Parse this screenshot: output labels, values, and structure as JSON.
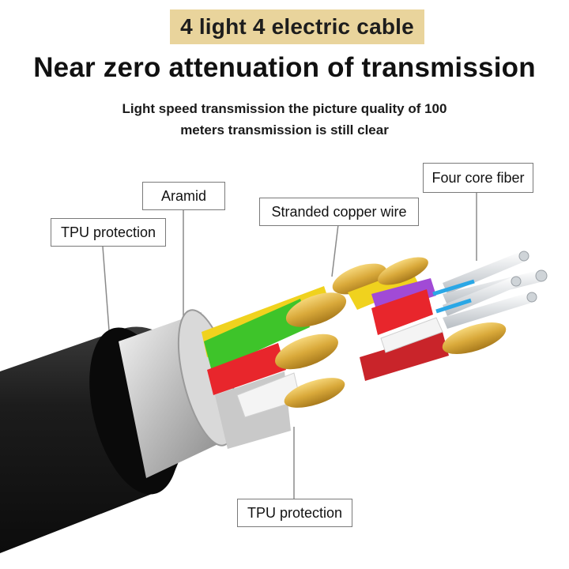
{
  "header": {
    "badge": "4 light 4 electric cable",
    "headline": "Near zero attenuation of transmission",
    "subline_1": "Light speed transmission  the picture quality of 100",
    "subline_2": "meters transmission is still clear"
  },
  "callouts": {
    "four_core_fiber": "Four core fiber",
    "aramid": "Aramid",
    "stranded_copper_wire": "Stranded copper wire",
    "tpu_protection_outer": "TPU protection",
    "tpu_protection_inner": "TPU protection"
  },
  "colors": {
    "badge_bg": "#e9d49c",
    "jacket": "#1b1b1b",
    "copper": "#e2b84a",
    "wire_yellow": "#f0d21e",
    "wire_green": "#3ec42a",
    "wire_red": "#e8262c",
    "wire_white": "#f4f4f4",
    "wire_purple": "#a14ad6",
    "fiber_blue": "#2aa7e6"
  }
}
